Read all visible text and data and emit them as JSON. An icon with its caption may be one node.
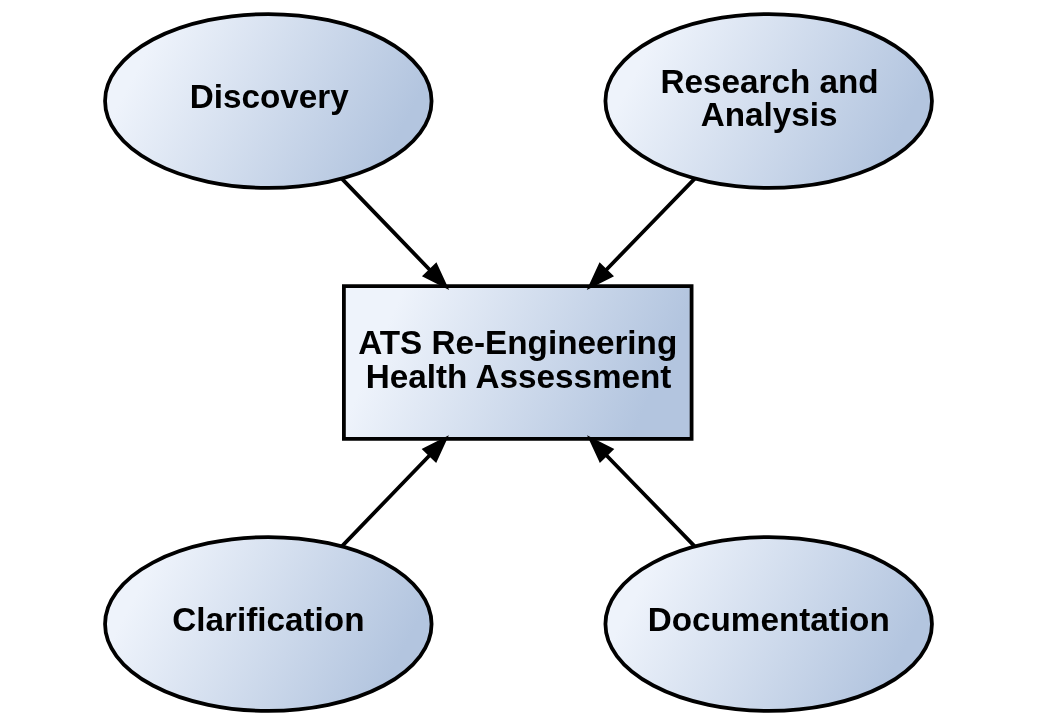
{
  "diagram": {
    "nodes": [
      {
        "text": [
          "Discovery"
        ]
      },
      {
        "text": [
          "Research and Analysis"
        ]
      },
      {
        "text": [
          "ATS Re-Engineering Health Assessment"
        ]
      },
      {
        "text": [
          "Clarification"
        ]
      },
      {
        "text": [
          "Documentation"
        ]
      }
    ],
    "edges": [
      {
        "from": 0,
        "to": 2,
        "arrow": "to"
      },
      {
        "from": 1,
        "to": 2,
        "arrow": "to"
      },
      {
        "from": 3,
        "to": 2,
        "arrow": "to"
      },
      {
        "from": 4,
        "to": 2,
        "arrow": "to"
      }
    ]
  }
}
